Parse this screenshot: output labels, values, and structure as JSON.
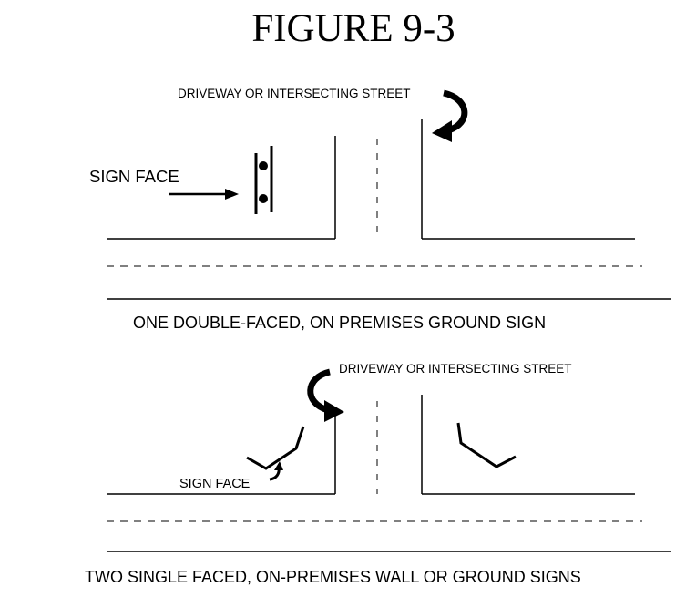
{
  "title": "FIGURE 9-3",
  "panel1": {
    "street_label": "DRIVEWAY OR INTERSECTING STREET",
    "sign_face_label": "SIGN FACE",
    "caption": "ONE DOUBLE-FACED, ON PREMISES GROUND SIGN"
  },
  "panel2": {
    "street_label": "DRIVEWAY OR INTERSECTING STREET",
    "sign_face_label": "SIGN FACE",
    "caption": "TWO SINGLE FACED, ON-PREMISES WALL OR GROUND SIGNS"
  },
  "colors": {
    "ink": "#000000",
    "background": "#ffffff"
  },
  "icons": [
    "curved-arrow-icon",
    "straight-arrow-icon",
    "ground-sign-icon",
    "wall-sign-icon"
  ]
}
